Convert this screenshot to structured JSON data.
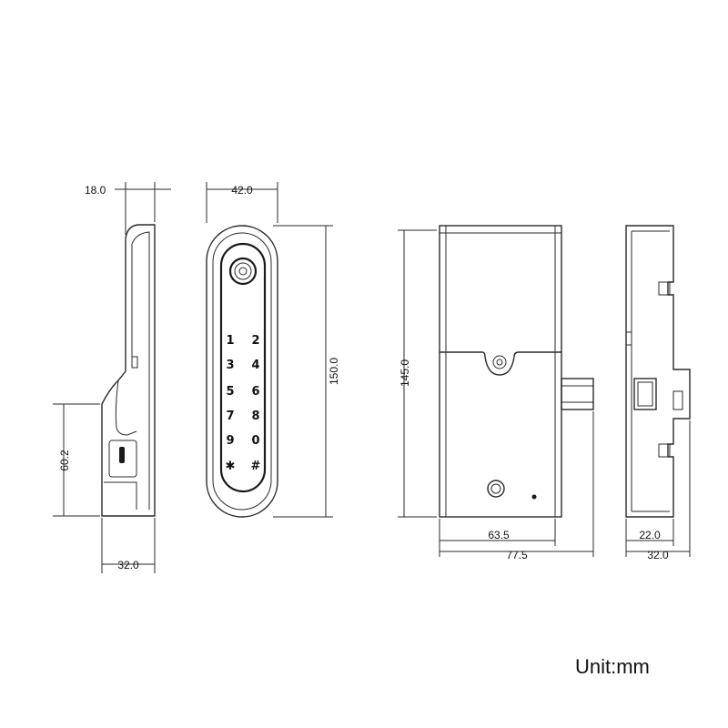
{
  "dimensions": {
    "side_top_width": "18.0",
    "side_lower_height": "60.2",
    "side_bottom_width": "32.0",
    "front_width": "42.0",
    "front_height": "150.0",
    "back_height": "145.0",
    "back_inner_width": "63.5",
    "back_outer_width": "77.5",
    "right_inner_width": "22.0",
    "right_outer_width": "32.0"
  },
  "keypad": {
    "keys": [
      "1",
      "2",
      "3",
      "4",
      "5",
      "6",
      "7",
      "8",
      "9",
      "0",
      "✱",
      "#"
    ]
  },
  "unit_label": "Unit:mm"
}
